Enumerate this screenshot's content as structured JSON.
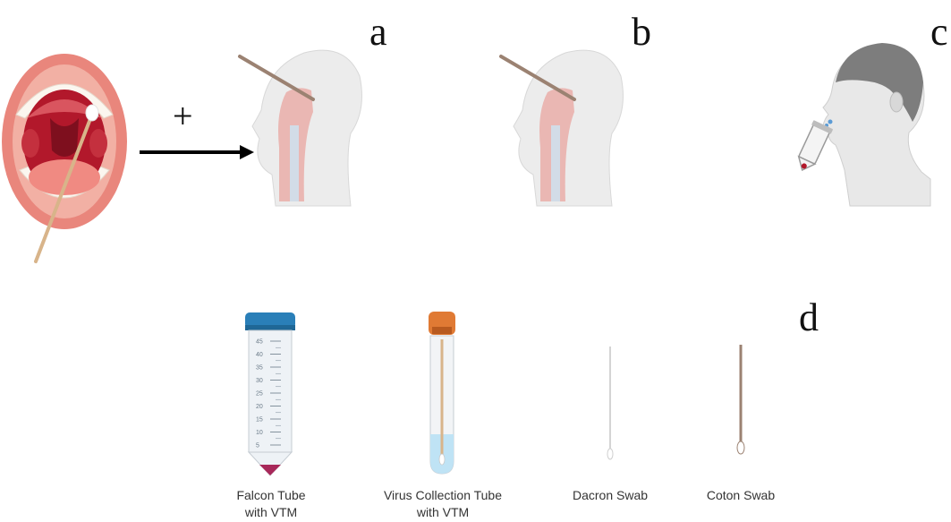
{
  "panels": {
    "a": "a",
    "b": "b",
    "c": "c",
    "d": "d"
  },
  "plus_sign": "+",
  "items": [
    {
      "line1": "Falcon Tube",
      "line2": "with VTM"
    },
    {
      "line1": "Virus Collection Tube",
      "line2": "with VTM"
    },
    {
      "line1": "Dacron Swab",
      "line2": ""
    },
    {
      "line1": "Coton Swab",
      "line2": ""
    }
  ],
  "falcon_scale": [
    "45",
    "40",
    "35",
    "30",
    "25",
    "20",
    "15",
    "10",
    "5"
  ],
  "colors": {
    "lip": "#e9867c",
    "throat": "#b2182b",
    "falcon_cap": "#2a7fb8",
    "vct_cap": "#e07a34",
    "skin": "#f5dad0",
    "tissue": "#e9a5a0",
    "man_skin": "#e8e8e8",
    "man_hair": "#7d7d7d"
  }
}
